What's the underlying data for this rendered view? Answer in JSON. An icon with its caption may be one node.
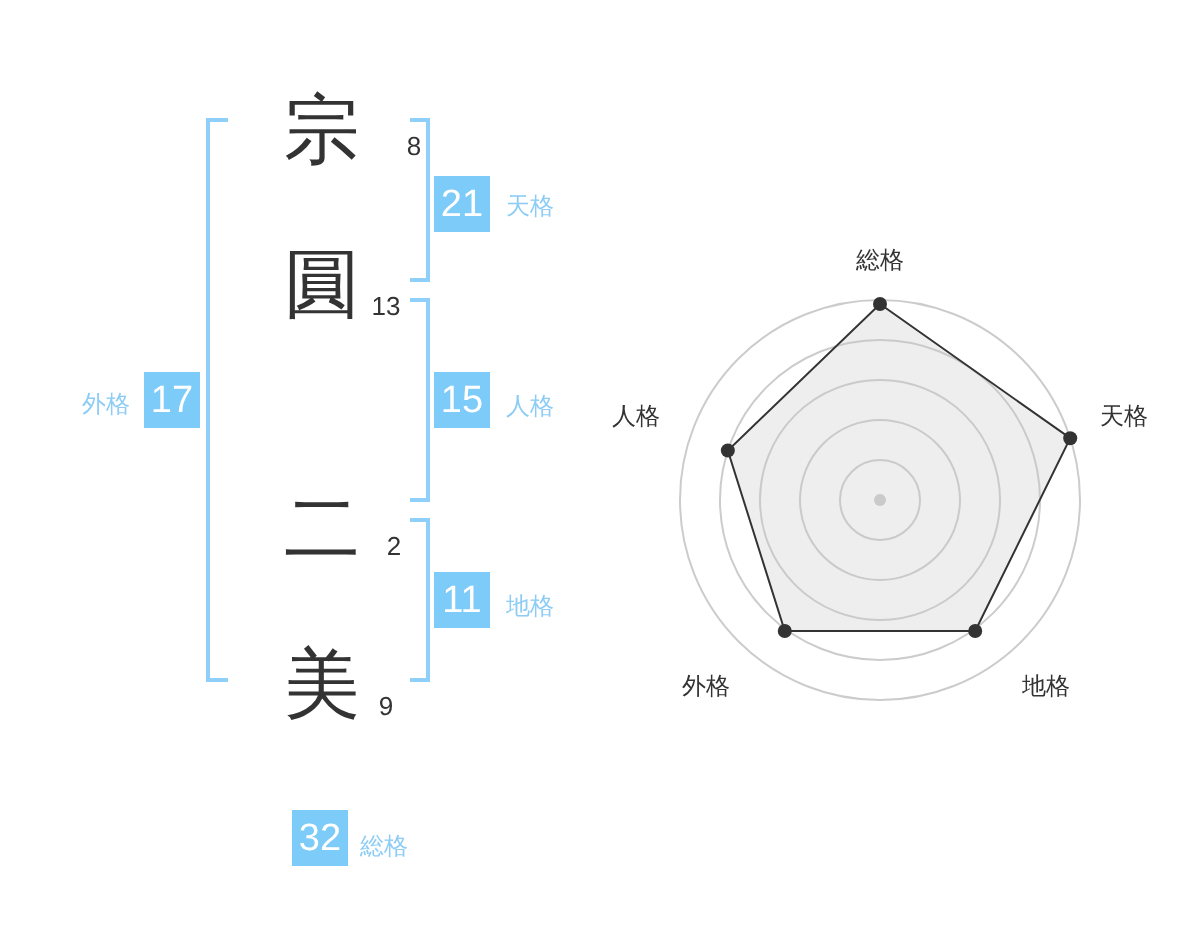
{
  "diagram": {
    "labels": [
      "宗",
      "8",
      "21",
      "天格",
      "圓",
      "13",
      "総格",
      "外格",
      "17",
      "15",
      "人格",
      "人格",
      "天格",
      "二",
      "2",
      "11",
      "地格",
      "美",
      "9",
      "外格",
      "地格",
      "32",
      "総格"
    ]
  }
}
